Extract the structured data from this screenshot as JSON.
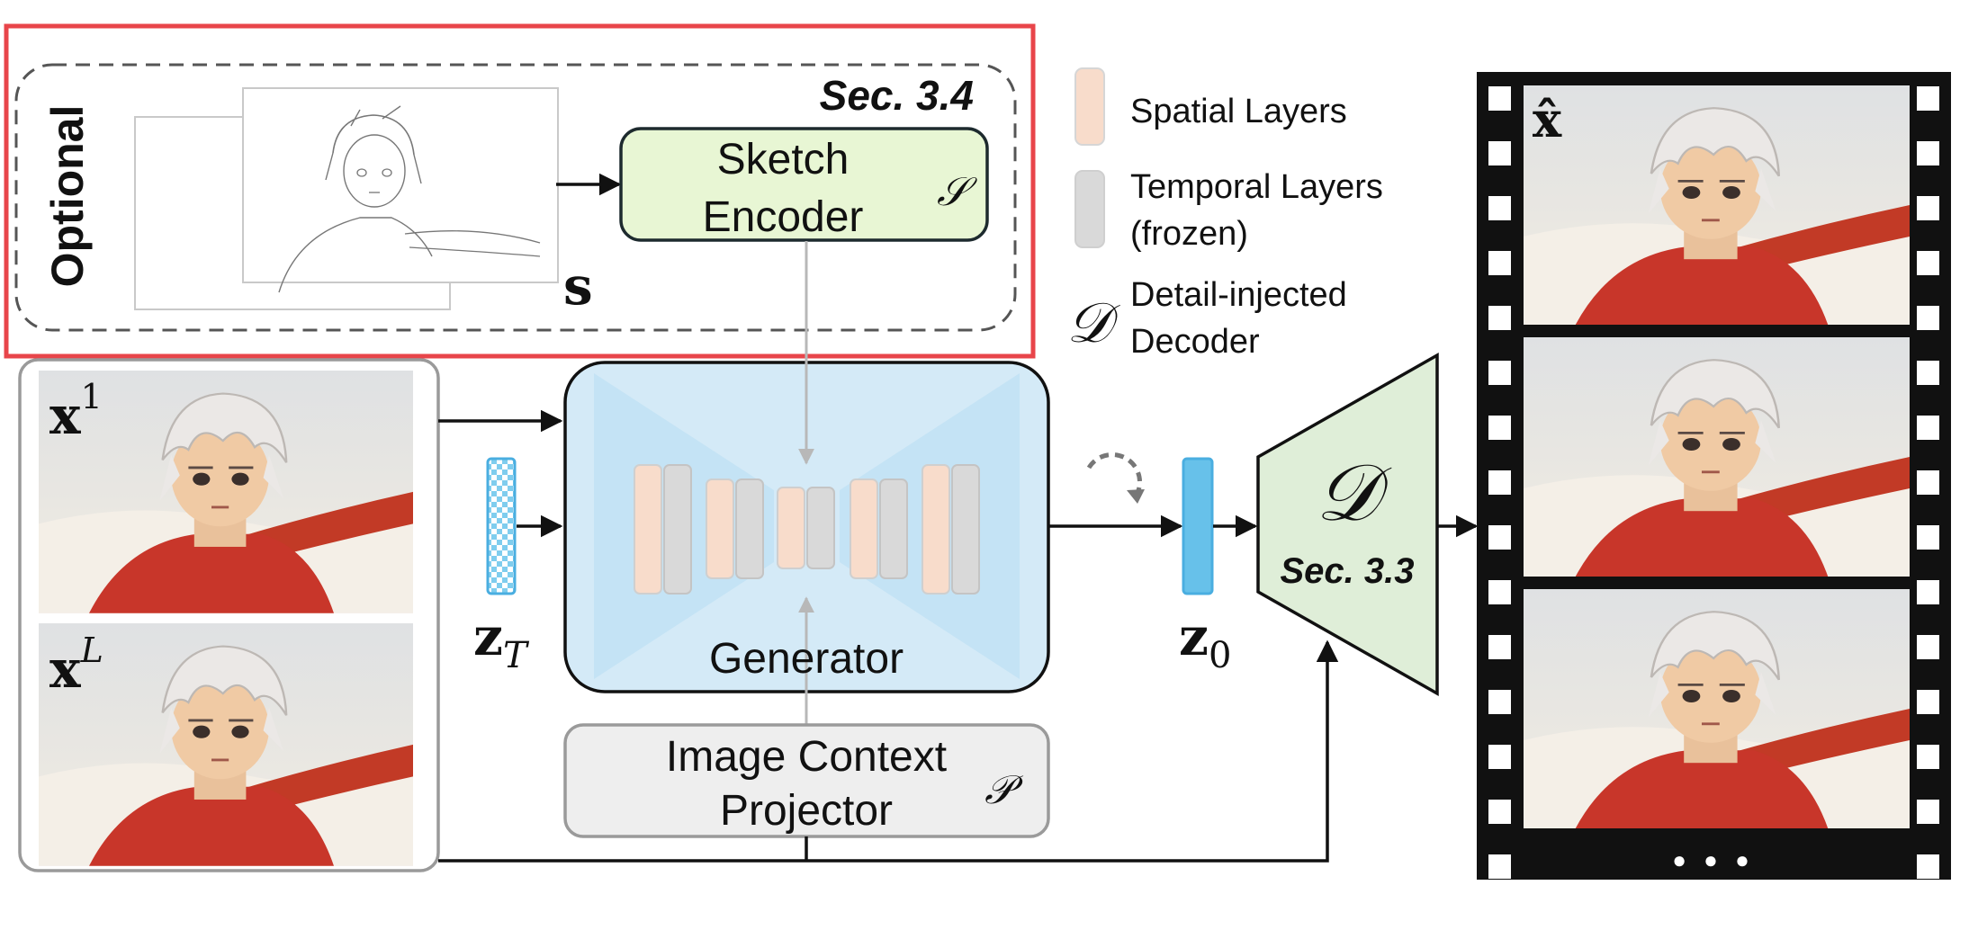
{
  "optional_box": {
    "vertical_label": "Optional",
    "section_label": "Sec. 3.4",
    "sketch_symbol": "s"
  },
  "sketch_encoder": {
    "line1": "Sketch",
    "line2": "Encoder",
    "symbol": "𝒮"
  },
  "legend": {
    "spatial_label": "Spatial Layers",
    "temporal_line1": "Temporal Layers",
    "temporal_line2": "(frozen)",
    "decoder_symbol": "𝒟",
    "decoder_line1": "Detail-injected",
    "decoder_line2": "Decoder"
  },
  "inputs": {
    "x_first_base": "x",
    "x_first_sup": "1",
    "x_last_base": "x",
    "x_last_sup": "L"
  },
  "latents": {
    "zt_base": "z",
    "zt_sub": "T",
    "z0_base": "z",
    "z0_sub": "0"
  },
  "generator": {
    "label": "Generator"
  },
  "projector": {
    "line1": "Image Context",
    "line2": "Projector",
    "symbol": "𝒫"
  },
  "decoder": {
    "symbol": "𝒟",
    "section_label": "Sec. 3.3"
  },
  "output": {
    "x_hat": "x̂",
    "dots": "● ● ●"
  },
  "colors": {
    "highlight_red": "#e8454a",
    "spatial_fill": "#f8dccb",
    "temporal_fill": "#d9d9d9",
    "encoder_fill": "#e8f6d4",
    "generator_fill": "#d4eaf7",
    "latent_blue": "#67c1ea",
    "decoder_fill": "#dfeed8",
    "projector_fill": "#eeeeee"
  }
}
